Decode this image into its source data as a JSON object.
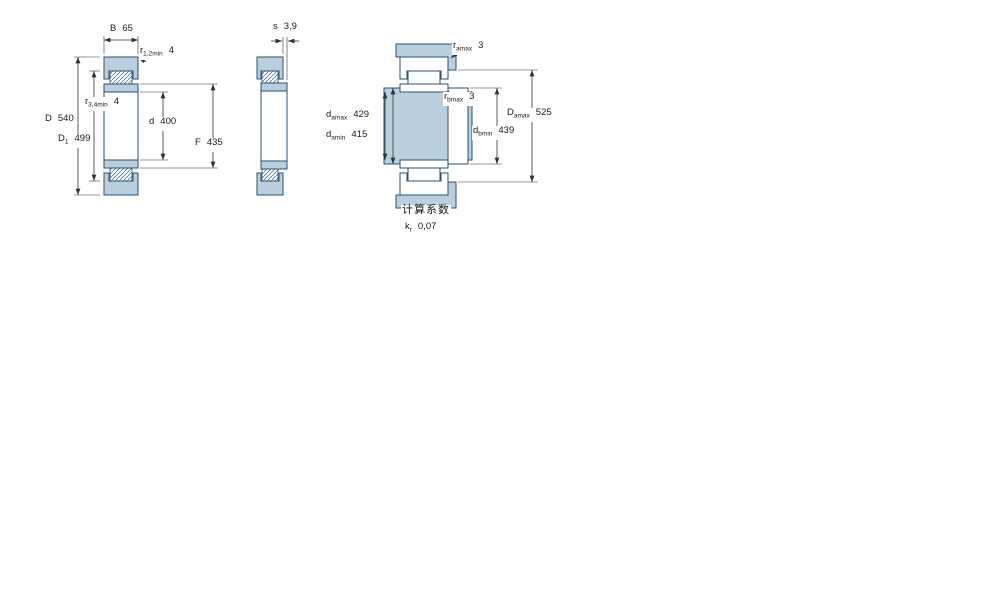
{
  "figure": {
    "type": "cylindrical-roller-bearing-technical-drawing",
    "colors": {
      "ring_fill": "#b9cfdd",
      "outline": "#2a5173",
      "dimension": "#333333"
    }
  },
  "left_view": {
    "b": {
      "sym": "B",
      "sub": "",
      "value": "65"
    },
    "r12": {
      "sym": "r",
      "sub": "1,2min",
      "value": "4"
    },
    "r34": {
      "sym": "r",
      "sub": "3,4min",
      "value": "4"
    },
    "D": {
      "sym": "D",
      "sub": "",
      "value": "540"
    },
    "D1": {
      "sym": "D",
      "sub": "1",
      "value": "499"
    },
    "d": {
      "sym": "d",
      "sub": "",
      "value": "400"
    },
    "F": {
      "sym": "F",
      "sub": "",
      "value": "435"
    }
  },
  "middle_view": {
    "s": {
      "sym": "s",
      "sub": "",
      "value": "3,9"
    }
  },
  "right_view": {
    "ra": {
      "sym": "r",
      "sub": "amax",
      "value": "3"
    },
    "rb": {
      "sym": "r",
      "sub": "bmax",
      "value": "3"
    },
    "da_max": {
      "sym": "d",
      "sub": "amax",
      "value": "429"
    },
    "da_min": {
      "sym": "d",
      "sub": "amin",
      "value": "415"
    },
    "Da_max": {
      "sym": "D",
      "sub": "amax",
      "value": "525"
    },
    "db_min": {
      "sym": "d",
      "sub": "bmin",
      "value": "439"
    }
  },
  "calculation_factors": {
    "title": "计算系数",
    "kr": {
      "sym": "k",
      "sub": "r",
      "value": "0,07"
    }
  }
}
